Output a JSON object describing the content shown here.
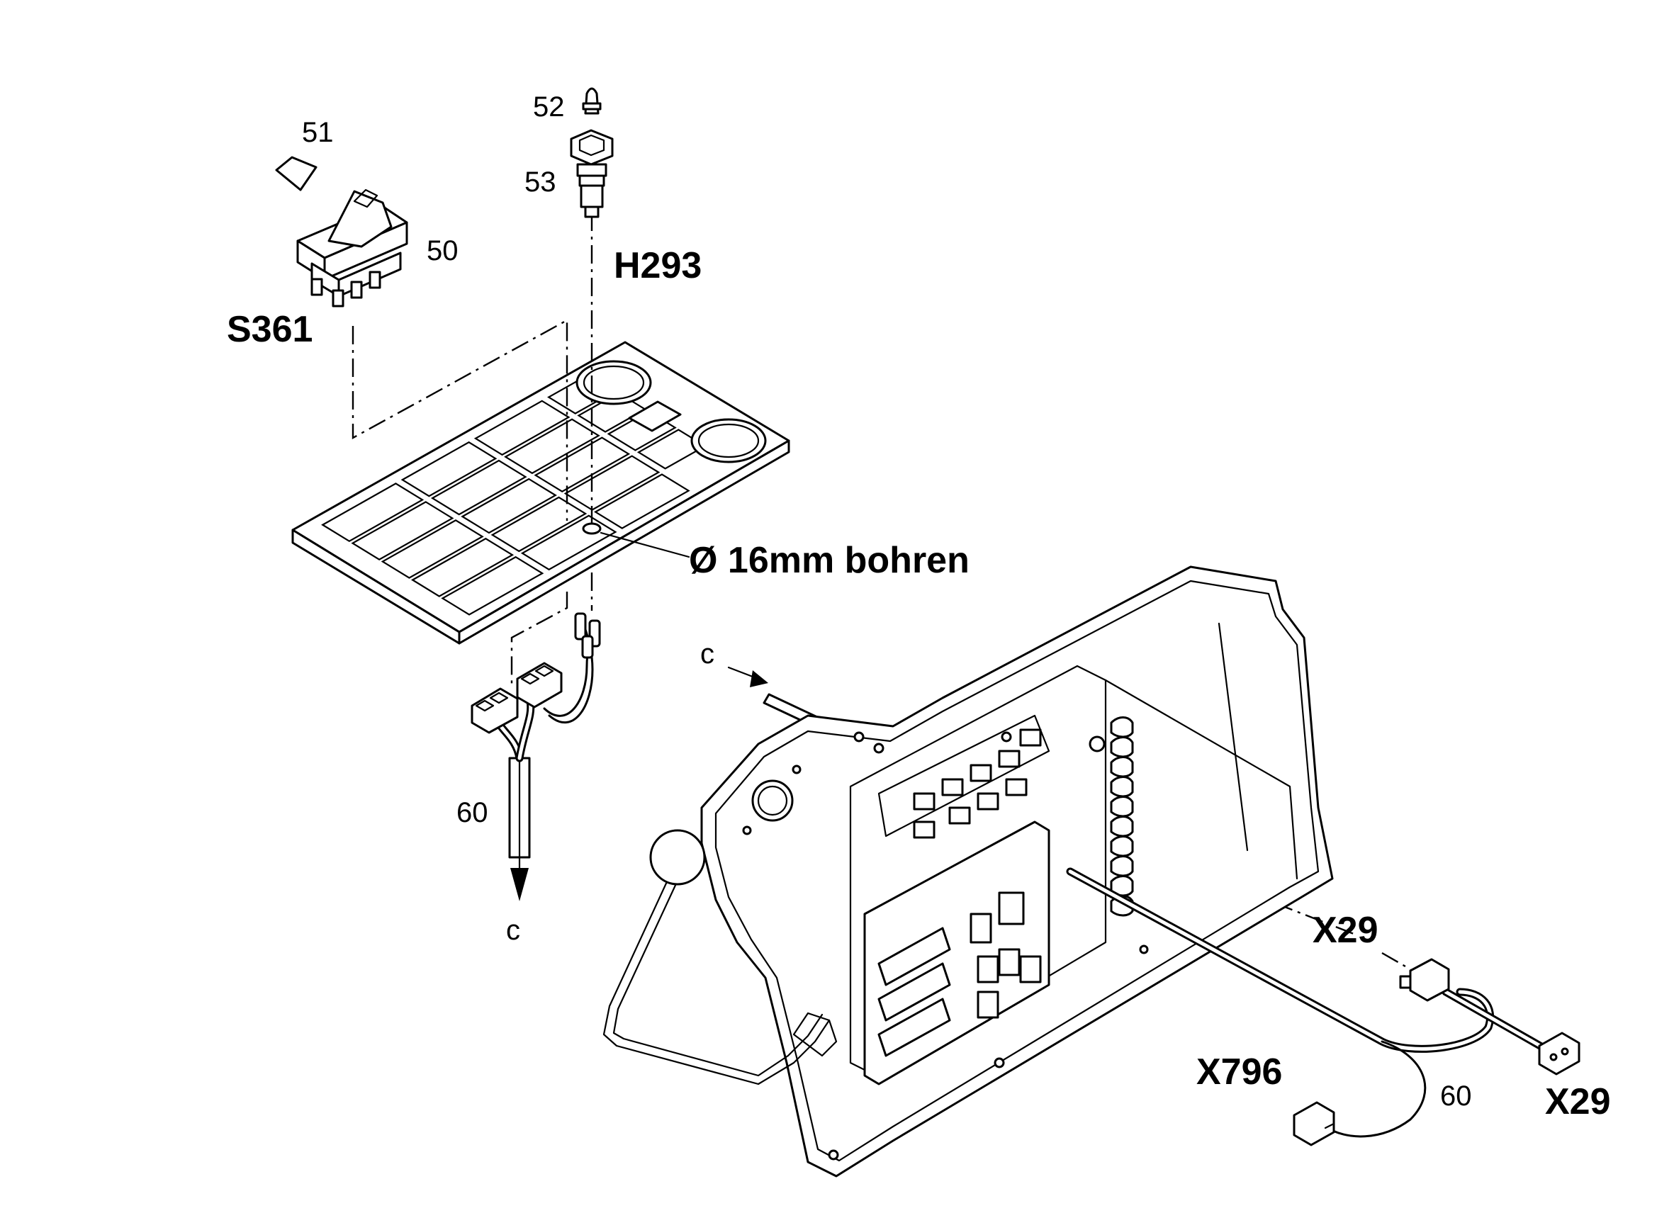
{
  "callouts": {
    "p50": "50",
    "p51": "51",
    "p52": "52",
    "p53": "53",
    "p60_left": "60",
    "p60_right": "60",
    "c_bottom": "c",
    "c_top": "c"
  },
  "designations": {
    "s361": "S361",
    "h293": "H293",
    "x29_upper": "X29",
    "x29_lower": "X29",
    "x796": "X796"
  },
  "drill_note": "Ø 16mm bohren"
}
